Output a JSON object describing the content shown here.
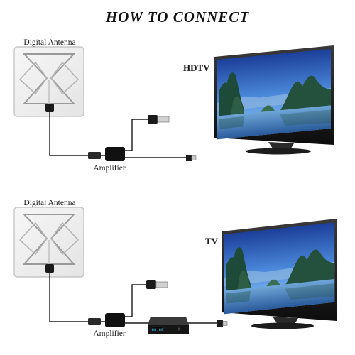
{
  "title": "HOW TO CONNECT",
  "diagram_top": {
    "antenna_label": "Digital Antenna",
    "amplifier_label": "Amplifier",
    "tv_label": "HDTV"
  },
  "diagram_bottom": {
    "antenna_label": "Digital Antenna",
    "amplifier_label": "Amplifier",
    "tv_label": "TV",
    "receiver_display": "88:88"
  }
}
